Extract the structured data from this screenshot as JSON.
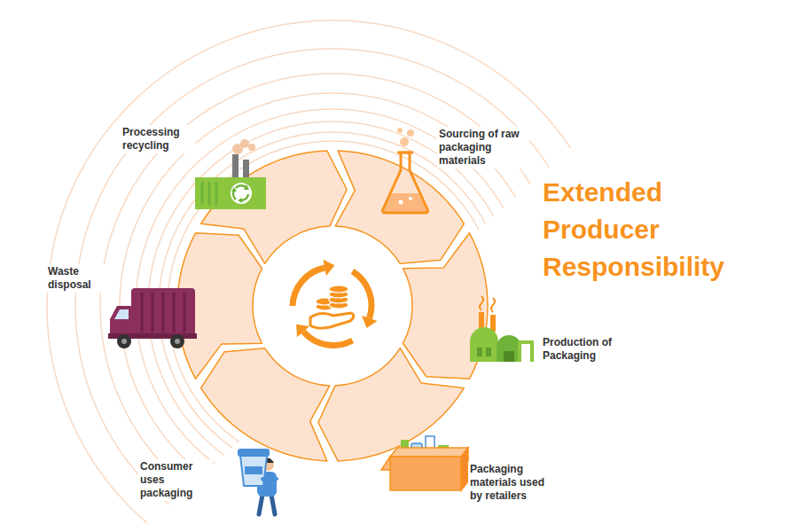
{
  "diagram": {
    "title": "Extended Producer Responsibility",
    "nodes": [
      {
        "text": [
          "Sourcing of raw packaging materials"
        ]
      },
      {
        "text": [
          "Production of Packaging"
        ]
      },
      {
        "text": [
          "Packaging materials used by retailers"
        ]
      },
      {
        "text": [
          "Consumer uses packaging"
        ]
      },
      {
        "text": [
          "Waste disposal"
        ]
      },
      {
        "text": [
          "Processing recycling"
        ]
      }
    ]
  }
}
